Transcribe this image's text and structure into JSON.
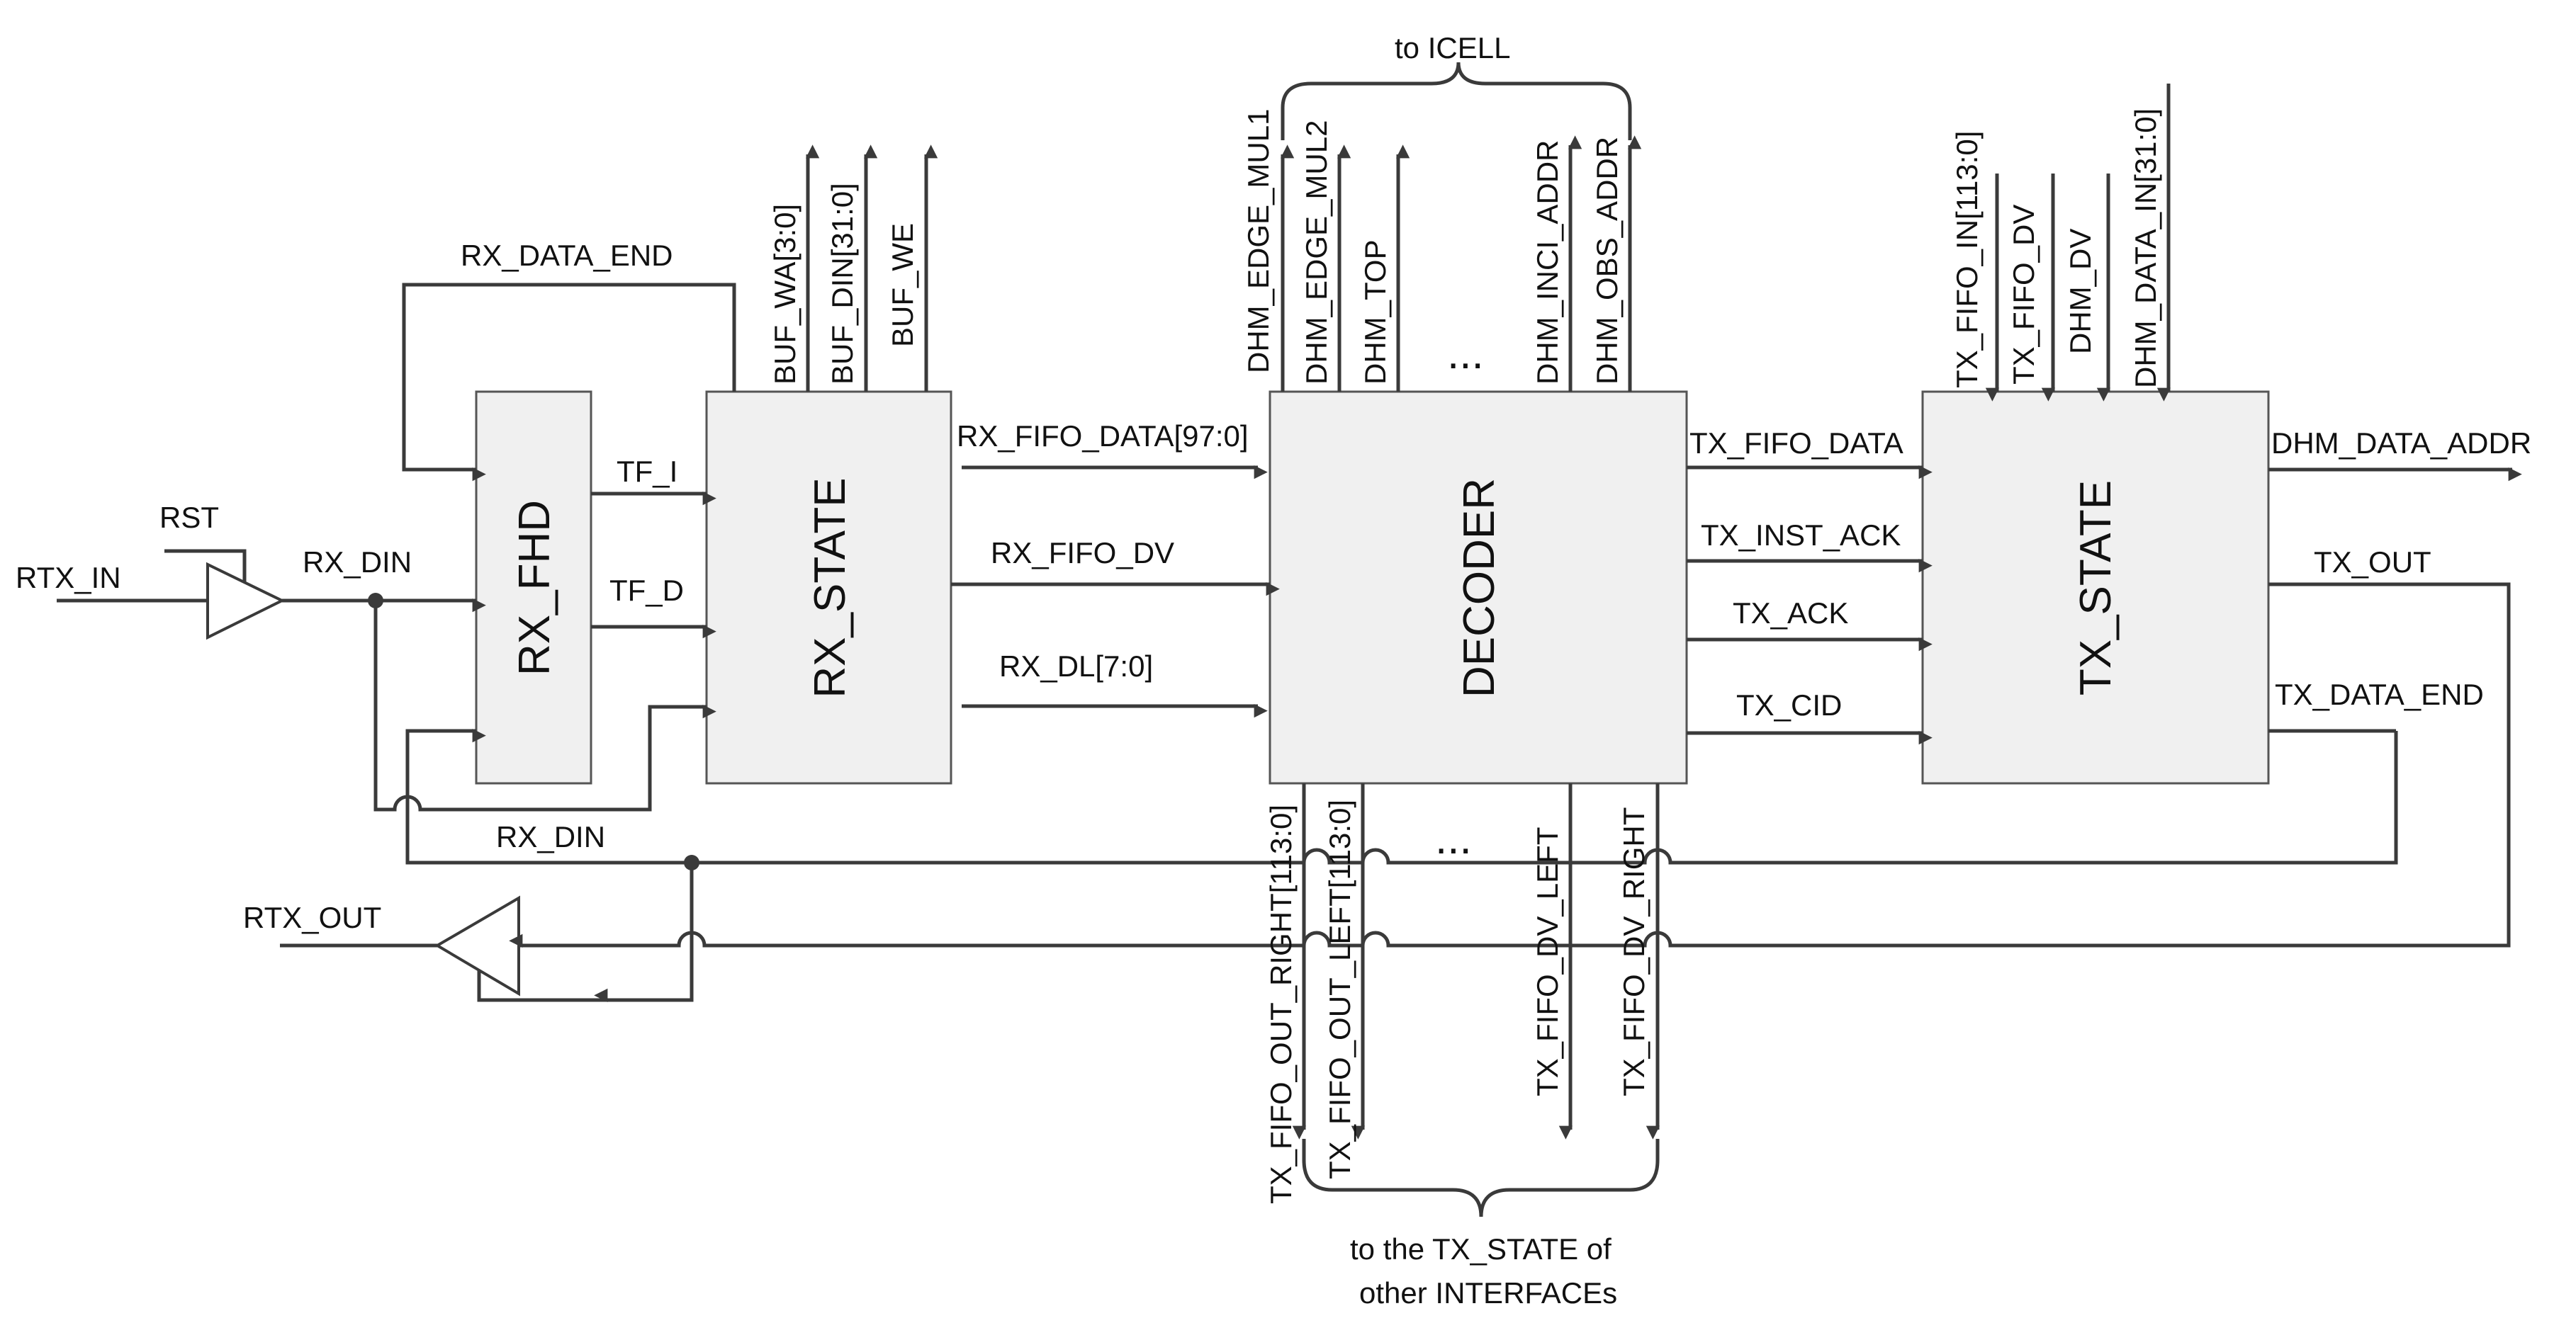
{
  "colors": {
    "block_fill": "#f0f0f0",
    "line": "#3a3a3a",
    "text": "#111111"
  },
  "blocks": {
    "rx_fhd": "RX_FHD",
    "rx_state": "RX_STATE",
    "decoder": "DECODER",
    "tx_state": "TX_STATE"
  },
  "io": {
    "rst": "RST",
    "rtx_in": "RTX_IN",
    "rtx_out": "RTX_OUT",
    "rx_din_in": "RX_DIN",
    "rx_din_loop": "RX_DIN"
  },
  "signals": {
    "rx_data_end": "RX_DATA_END",
    "tf_i": "TF_I",
    "tf_d": "TF_D",
    "buf_wa": "BUF_WA[3:0]",
    "buf_din": "BUF_DIN[31:0]",
    "buf_we": "BUF_WE",
    "rx_fifo_data": "RX_FIFO_DATA[97:0]",
    "rx_fifo_dv": "RX_FIFO_DV",
    "rx_dl": "RX_DL[7:0]",
    "dhm_edge_mul1": "DHM_EDGE_MUL1",
    "dhm_edge_mul2": "DHM_EDGE_MUL2",
    "dhm_top": "DHM_TOP",
    "dhm_inci_addr": "DHM_INCI_ADDR",
    "dhm_obs_addr": "DHM_OBS_ADDR",
    "tx_fifo_data": "TX_FIFO_DATA",
    "tx_inst_ack": "TX_INST_ACK",
    "tx_ack": "TX_ACK",
    "tx_cid": "TX_CID",
    "tx_fifo_in": "TX_FIFO_IN[113:0]",
    "tx_fifo_dv_top": "TX_FIFO_DV",
    "dhm_dv": "DHM_DV",
    "dhm_data_in": "DHM_DATA_IN[31:0]",
    "dhm_data_addr": "DHM_DATA_ADDR",
    "tx_out": "TX_OUT",
    "tx_data_end": "TX_DATA_END",
    "tx_fifo_out_right": "TX_FIFO_OUT_RIGHT[113:0]",
    "tx_fifo_out_left": "TX_FIFO_OUT_LEFT[113:0]",
    "tx_fifo_dv_left": "TX_FIFO_DV_LEFT",
    "tx_fifo_dv_right": "TX_FIFO_DV_RIGHT"
  },
  "annotations": {
    "to_icell": "to ICELL",
    "ellipsis_top": "...",
    "ellipsis_bottom": "...",
    "to_tx_state_line1": "to the TX_STATE of",
    "to_tx_state_line2": "other INTERFACEs"
  }
}
